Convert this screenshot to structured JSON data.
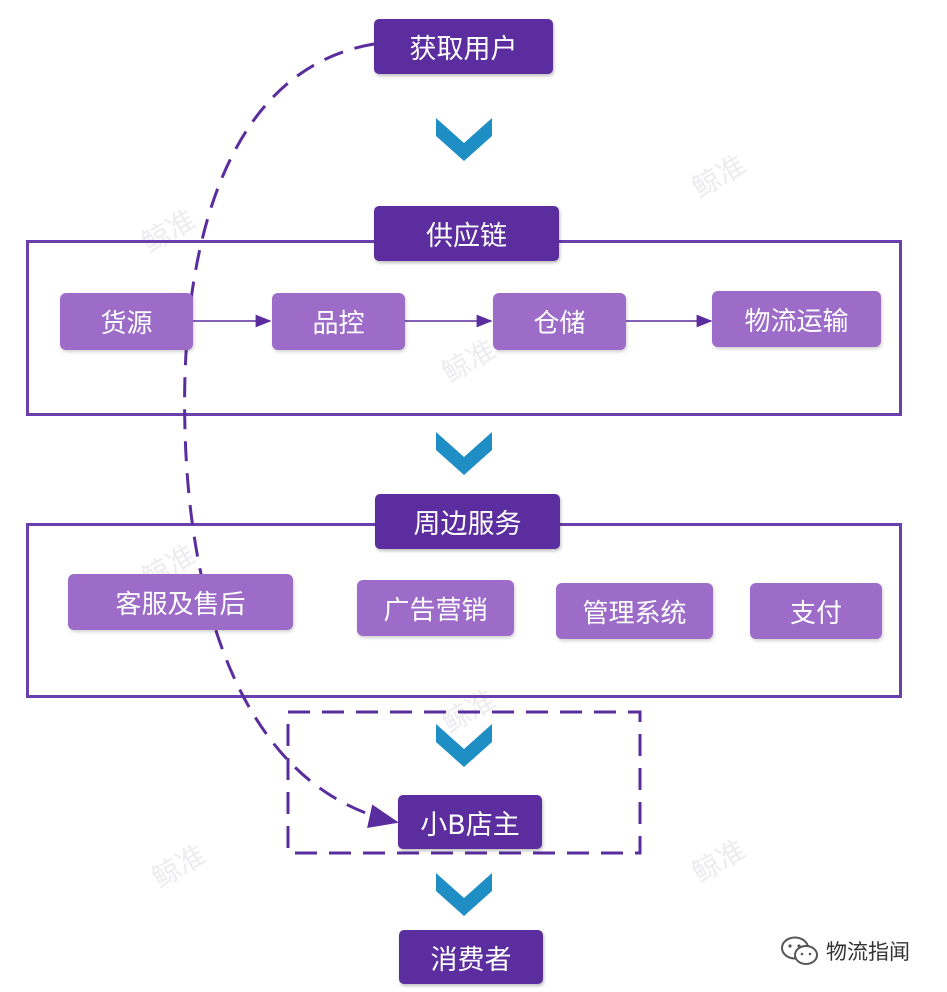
{
  "diagram": {
    "top": {
      "acquire_users": "获取用户"
    },
    "supply_chain": {
      "title": "供应链",
      "steps": [
        "货源",
        "品控",
        "仓储",
        "物流运输"
      ]
    },
    "peripheral_services": {
      "title": "周边服务",
      "items": [
        "客服及售后",
        "广告营销",
        "管理系统",
        "支付"
      ]
    },
    "small_b": "小B店主",
    "consumer": "消费者"
  },
  "watermark": "鲸准",
  "brand": {
    "name": "物流指闻",
    "icon": "wechat-icon"
  },
  "colors": {
    "dark_box": "#5b2d9e",
    "light_box": "#9c6cc8",
    "frame": "#6a3fae",
    "chevron": "#1f8ec4",
    "dashed": "#5a2d9e"
  }
}
